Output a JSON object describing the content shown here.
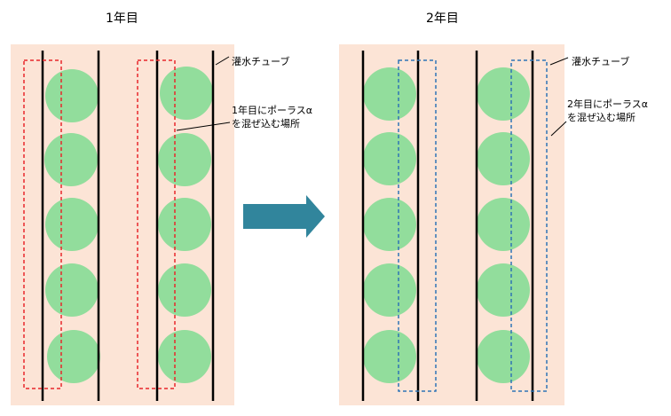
{
  "panels": [
    {
      "title": "1年目"
    },
    {
      "title": "2年目"
    }
  ],
  "labels": {
    "tube_left": "灌水チューブ",
    "tube_right": "灌水チューブ",
    "porous_left_line1": "1年目にポーラスα",
    "porous_left_line2": "を混ぜ込む場所",
    "porous_right_line1": "2年目にポーラスα",
    "porous_right_line2": "を混ぜ込む場所"
  },
  "colors": {
    "bed": "#fce4d6",
    "plant": "#92dd9c",
    "tube_line": "#000000",
    "year1_zone": "#e8262b",
    "year2_zone": "#2e74b5",
    "arrow": "#31859c"
  }
}
